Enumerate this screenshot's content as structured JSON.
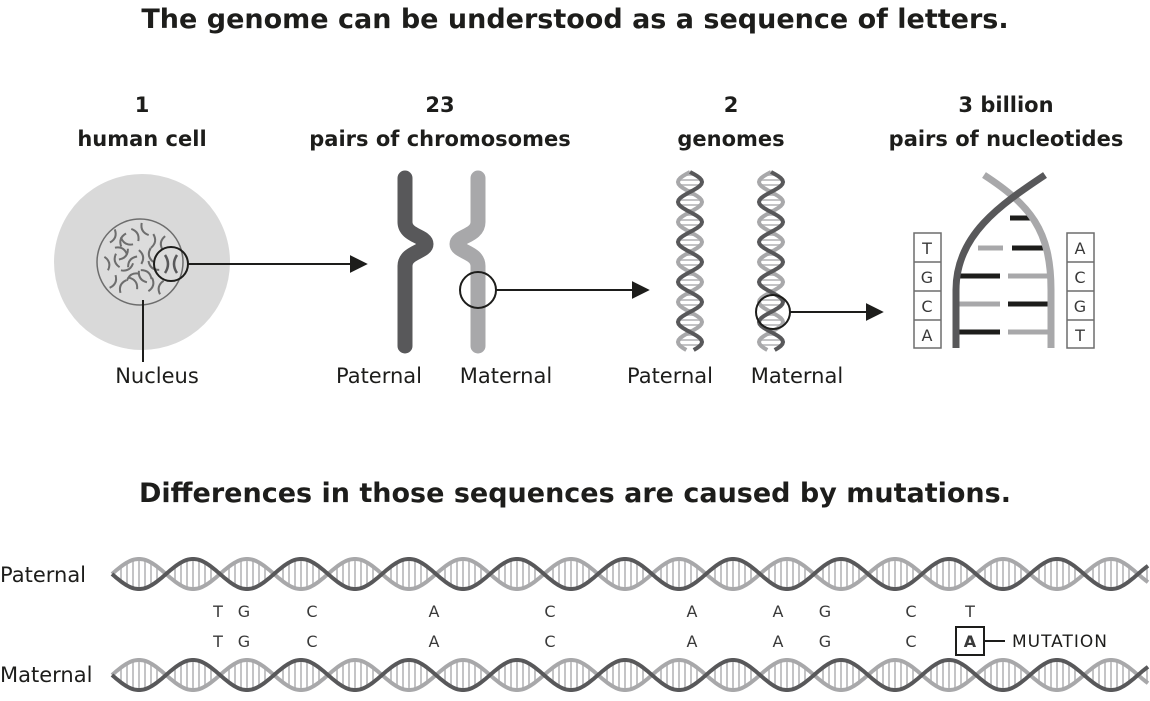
{
  "titles": {
    "top": "The genome can be understood as a sequence of letters.",
    "bottom": "Differences in those sequences are caused by mutations."
  },
  "stages": [
    {
      "count": "1",
      "caption": "human cell"
    },
    {
      "count": "23",
      "caption": "pairs of chromosomes"
    },
    {
      "count": "2",
      "caption": "genomes"
    },
    {
      "count": "3 billion",
      "caption": "pairs of nucleotides"
    }
  ],
  "labels": {
    "nucleus": "Nucleus",
    "paternal": "Paternal",
    "maternal": "Maternal",
    "mutation": "MUTATION"
  },
  "nucleotide_box": {
    "left": [
      "T",
      "G",
      "C",
      "A"
    ],
    "right": [
      "A",
      "C",
      "G",
      "T"
    ]
  },
  "sequences": {
    "paternal": [
      "T",
      "G",
      "C",
      "A",
      "C",
      "A",
      "A",
      "G",
      "C",
      "T"
    ],
    "maternal": [
      "T",
      "G",
      "C",
      "A",
      "C",
      "A",
      "A",
      "G",
      "C",
      "A"
    ],
    "mutation_index": 9
  },
  "colors": {
    "dark": "#58585a",
    "light": "#a8a8aa",
    "cell": "#d9d9d9",
    "ink": "#1d1d1b"
  }
}
